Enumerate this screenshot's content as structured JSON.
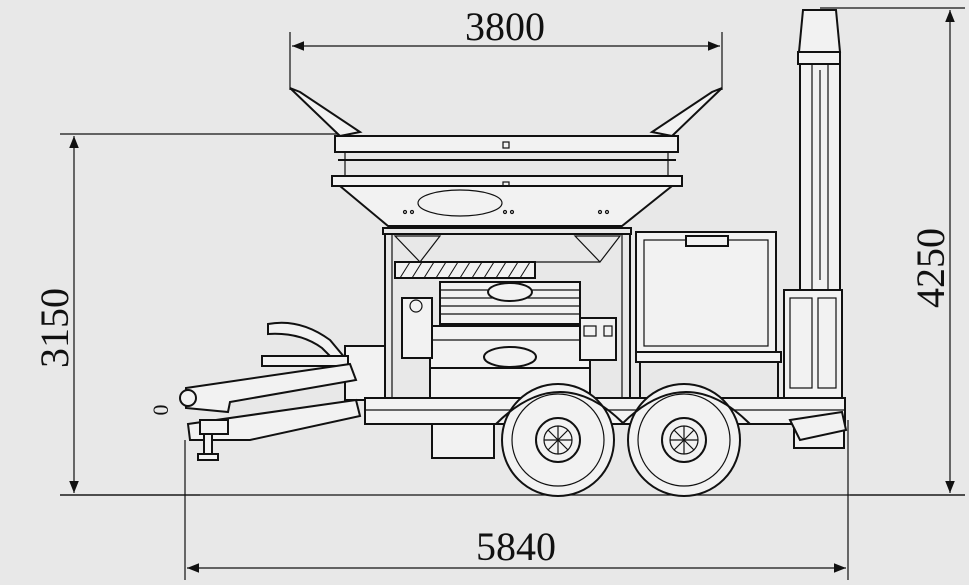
{
  "dimensions": {
    "hopper_width": "3800",
    "overall_height": "4250",
    "hopper_height": "3150",
    "overall_length": "5840"
  },
  "hitch_label": "0",
  "colors": {
    "background": "#e8e8e8",
    "line": "#111111"
  }
}
